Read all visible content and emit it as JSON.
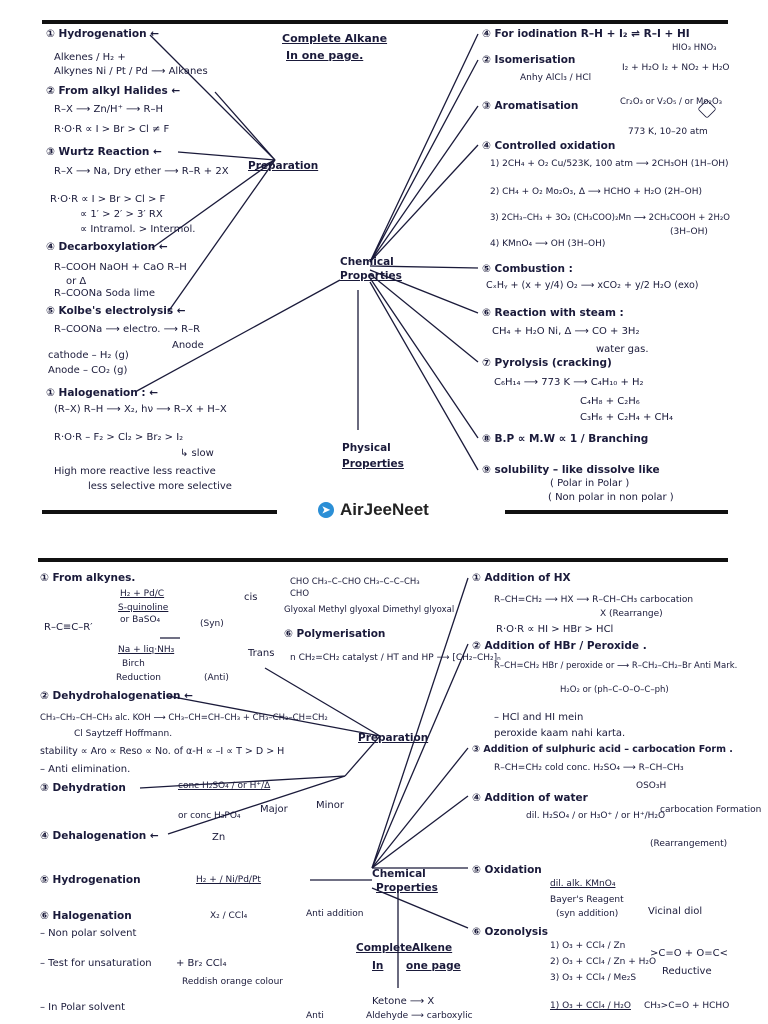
{
  "brand": {
    "name": "AirJeeNeet"
  },
  "alkane": {
    "title1": "Complete Alkane",
    "title2": "In one page.",
    "hub_prep": "Preparation",
    "hub_chem1": "Chemical",
    "hub_chem2": "Properties",
    "hub_phys1": "Physical",
    "hub_phys2": "Properties",
    "prep": [
      "① Hydrogenation ←",
      "Alkenes /      H₂ +",
      "Alkynes   Ni / Pt / Pd  ⟶  Alkanes",
      "② From alkyl Halides ←",
      "R–X  ⟶ Zn/H⁺ ⟶  R–H",
      "R·O·R ∝ I > Br > Cl ≠ F",
      "③ Wurtz Reaction ←",
      "R–X  ⟶ Na, Dry ether ⟶  R–R + 2X",
      "R·O·R ∝ I > Br > Cl > F",
      "∝ 1′ > 2′ > 3′ RX",
      "∝ Intramol. > Intermol.",
      "④ Decarboxylation ←",
      "R–COOH     NaOH + CaO     R–H",
      "or              Δ",
      "R–COONa  Soda lime",
      "⑤ Kolbe's electrolysis ←",
      "R–COONa  ⟶ electro. ⟶  R–R",
      "Anode",
      "cathode – H₂ (g)",
      "Anode – CO₂ (g)",
      "① Halogenation : ←",
      "(R–X)    R–H  ⟶ X₂, hν ⟶  R–X + H–X",
      "R·O·R – F₂ > Cl₂ > Br₂ > I₂",
      "↳ slow",
      "High    more reactive     less reactive",
      "less selective      more selective"
    ],
    "chem": [
      "④ For iodination  R–H + I₂ ⇌ R–I + HI",
      "HIO₃     HNO₃",
      "I₂ + H₂O       I₂ + NO₂ + H₂O",
      "② Isomerisation",
      "Anhy AlCl₃ / HCl",
      "③ Aromatisation",
      "Cr₂O₃ or V₂O₅ / or Mo₂O₃",
      "773 K, 10–20 atm",
      "④ Controlled oxidation",
      "1) 2CH₄ + O₂  Cu/523K, 100 atm ⟶ 2CH₃OH  (1H–OH)",
      "2) CH₄ + O₂  Mo₂O₃, Δ ⟶ HCHO + H₂O  (2H–OH)",
      "3) 2CH₃–CH₃ + 3O₂  (CH₃COO)₂Mn ⟶ 2CH₃COOH + 2H₂O",
      "(3H–OH)",
      "4)  KMnO₄ ⟶  OH  (3H–OH)",
      "⑤ Combustion :",
      "CₓHᵧ + (x + y/4) O₂ ⟶ xCO₂ + y/2 H₂O  (exo)",
      "⑥ Reaction with steam :",
      "CH₄ + H₂O  Ni, Δ ⟶  CO + 3H₂",
      "water gas.",
      "⑦ Pyrolysis (cracking)",
      "C₆H₁₄  ⟶ 773 K ⟶  C₄H₁₀ + H₂",
      "C₄H₈ + C₂H₆",
      "C₃H₆ + C₂H₄ + CH₄",
      "⑧ B.P ∝ M.W ∝ 1 / Branching",
      "⑨ solubility – like dissolve like",
      "( Polar in Polar )",
      "( Non polar in non polar )"
    ]
  },
  "alkene": {
    "title1": "Complete",
    "title2": "Alkene",
    "title3": "In",
    "title4": "one page",
    "hub_prep": "Preparation",
    "hub_chem1": "Chemical",
    "hub_chem2": "Properties",
    "prep": [
      "① From alkynes.",
      "H₂ + Pd/C",
      "S-quinoline",
      "or BaSO₄",
      "R–C≡C–R′",
      "(Syn)",
      "cis",
      "Na + liq·NH₃",
      "Birch",
      "Reduction",
      "(Anti)",
      "Trans",
      "CHO  CH₃–C–CHO  CH₃–C–C–CH₃",
      "CHO",
      "Glyoxal  Methyl glyoxal  Dimethyl glyoxal",
      "⑥ Polymerisation",
      "n CH₂=CH₂  catalyst / HT and HP ⟶ [CH₂–CH₂]ₙ",
      "② Dehydrohalogenation ←",
      "CH₃–CH₂–CH–CH₃  alc. KOH ⟶ CH₃–CH=CH–CH₃ + CH₃–CH₂–CH=CH₂",
      "Cl          Saytzeff        Hoffmann.",
      "stability ∝ Aro ∝ Reso ∝ No. of α-H ∝ –I ∝ T > D > H",
      "– Anti elimination.",
      "③ Dehydration",
      "conc H₂SO₄ / or H⁺/Δ",
      "or conc H₃PO₄",
      "Major",
      "Minor",
      "④ Dehalogenation ←",
      "Zn",
      "⑤ Hydrogenation",
      "H₂ + / Ni/Pd/Pt",
      "⑥ Halogenation",
      "– Non polar solvent",
      "X₂ / CCl₄",
      "Anti addition",
      "– Test for unsaturation",
      "+ Br₂  CCl₄",
      "Reddish orange colour",
      "– In Polar solvent",
      "Anti"
    ],
    "chem": [
      "① Addition of HX",
      "R–CH=CH₂  ⟶ HX ⟶  R–CH–CH₃  carbocation",
      "X            (Rearrange)",
      "R·O·R ∝ HI > HBr > HCl",
      "② Addition of HBr / Peroxide .",
      "R–CH=CH₂  HBr / peroxide or ⟶ R–CH₂–CH₂–Br  Anti Mark.",
      "H₂O₂ or (ph–C–O–O–C–ph)",
      "– HCl and HI mein",
      "peroxide kaam nahi karta.",
      "③ Addition of sulphuric acid – carbocation Form .",
      "R–CH=CH₂  cold conc. H₂SO₄ ⟶ R–CH–CH₃",
      "OSO₃H",
      "④ Addition of water",
      "dil. H₂SO₄ / or H₃O⁺ / or H⁺/H₂O",
      "carbocation Formation",
      "(Rearrangement)",
      "⑤ Oxidation",
      "dil. alk. KMnO₄",
      "Bayer's Reagent",
      "(syn addition)",
      "Vicinal diol",
      "⑥ Ozonolysis",
      "1) O₃ + CCl₄ / Zn",
      "2) O₃ + CCl₄ / Zn + H₂O",
      "3) O₃ + CCl₄ / Me₂S",
      ">C=O + O=C<",
      "Reductive",
      "1) O₃ + CCl₄ / H₂O",
      "CH₃>C=O + HCHO",
      "Ketone ⟶ X",
      "Aldehyde ⟶ carboxylic"
    ]
  }
}
